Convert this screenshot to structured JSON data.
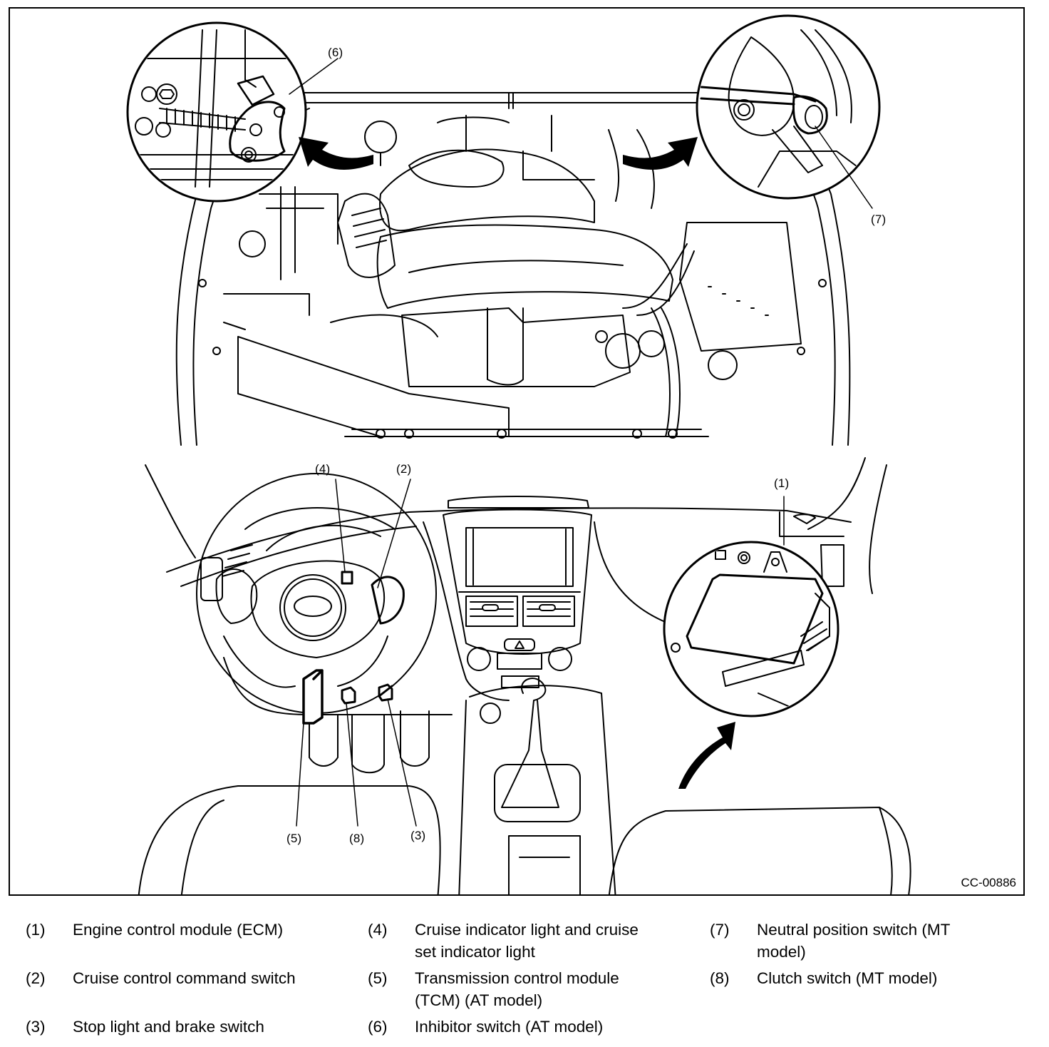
{
  "figure": {
    "id": "CC-00886",
    "views": {
      "engine_compartment": "Engine compartment (top view) with detail circles",
      "cabin": "Driver cabin / dashboard view with ECM detail circle"
    },
    "callouts": [
      {
        "num": "1",
        "label": "(1)"
      },
      {
        "num": "2",
        "label": "(2)"
      },
      {
        "num": "3",
        "label": "(3)"
      },
      {
        "num": "4",
        "label": "(4)"
      },
      {
        "num": "5",
        "label": "(5)"
      },
      {
        "num": "6",
        "label": "(6)"
      },
      {
        "num": "7",
        "label": "(7)"
      },
      {
        "num": "8",
        "label": "(8)"
      }
    ],
    "icons": {
      "arrow_left": "curved-arrow-left-icon",
      "arrow_right": "curved-arrow-right-icon",
      "arrow_up": "curved-arrow-up-icon"
    }
  },
  "legend": [
    {
      "num": "(1)",
      "text": "Engine control module (ECM)"
    },
    {
      "num": "(2)",
      "text": "Cruise control command switch"
    },
    {
      "num": "(3)",
      "text": "Stop light and brake switch"
    },
    {
      "num": "(4)",
      "text": "Cruise indicator light and cruise set indicator light"
    },
    {
      "num": "(5)",
      "text": "Transmission control module (TCM) (AT model)"
    },
    {
      "num": "(6)",
      "text": "Inhibitor switch (AT model)"
    },
    {
      "num": "(7)",
      "text": "Neutral position switch (MT model)"
    },
    {
      "num": "(8)",
      "text": "Clutch switch (MT model)"
    }
  ],
  "colors": {
    "line": "#000000",
    "background": "#ffffff"
  }
}
